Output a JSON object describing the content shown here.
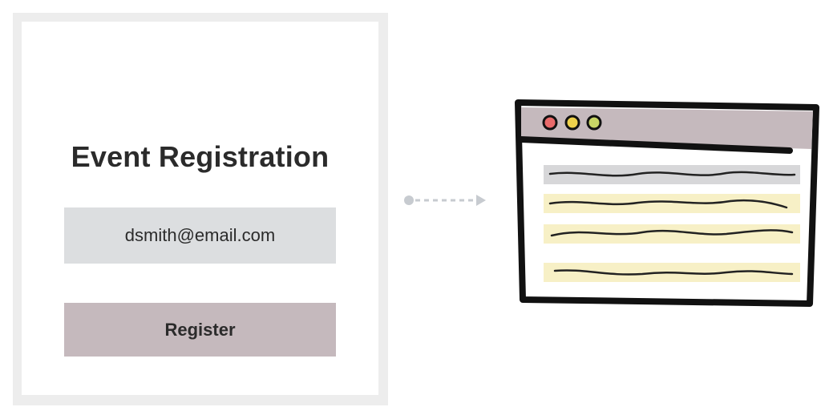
{
  "form": {
    "title": "Event Registration",
    "email_value": "dsmith@email.com",
    "register_label": "Register"
  },
  "colors": {
    "card_background": "#ffffff",
    "card_shadow": "#ededed",
    "input_background": "#dcdee0",
    "button_background": "#c5b9bd",
    "text": "#2b2b2b",
    "connector": "#c7cbd0",
    "browser_bar": "#c5b9bd",
    "browser_outline": "#111111",
    "row_gray": "#d7d7d9",
    "row_yellow": "#f7f0c6",
    "dot_red": "#e86a6a",
    "dot_yellow": "#eed14b",
    "dot_green": "#c9d766"
  },
  "icons": {
    "connector": "dashed-arrow-icon",
    "browser": "browser-window-icon"
  }
}
